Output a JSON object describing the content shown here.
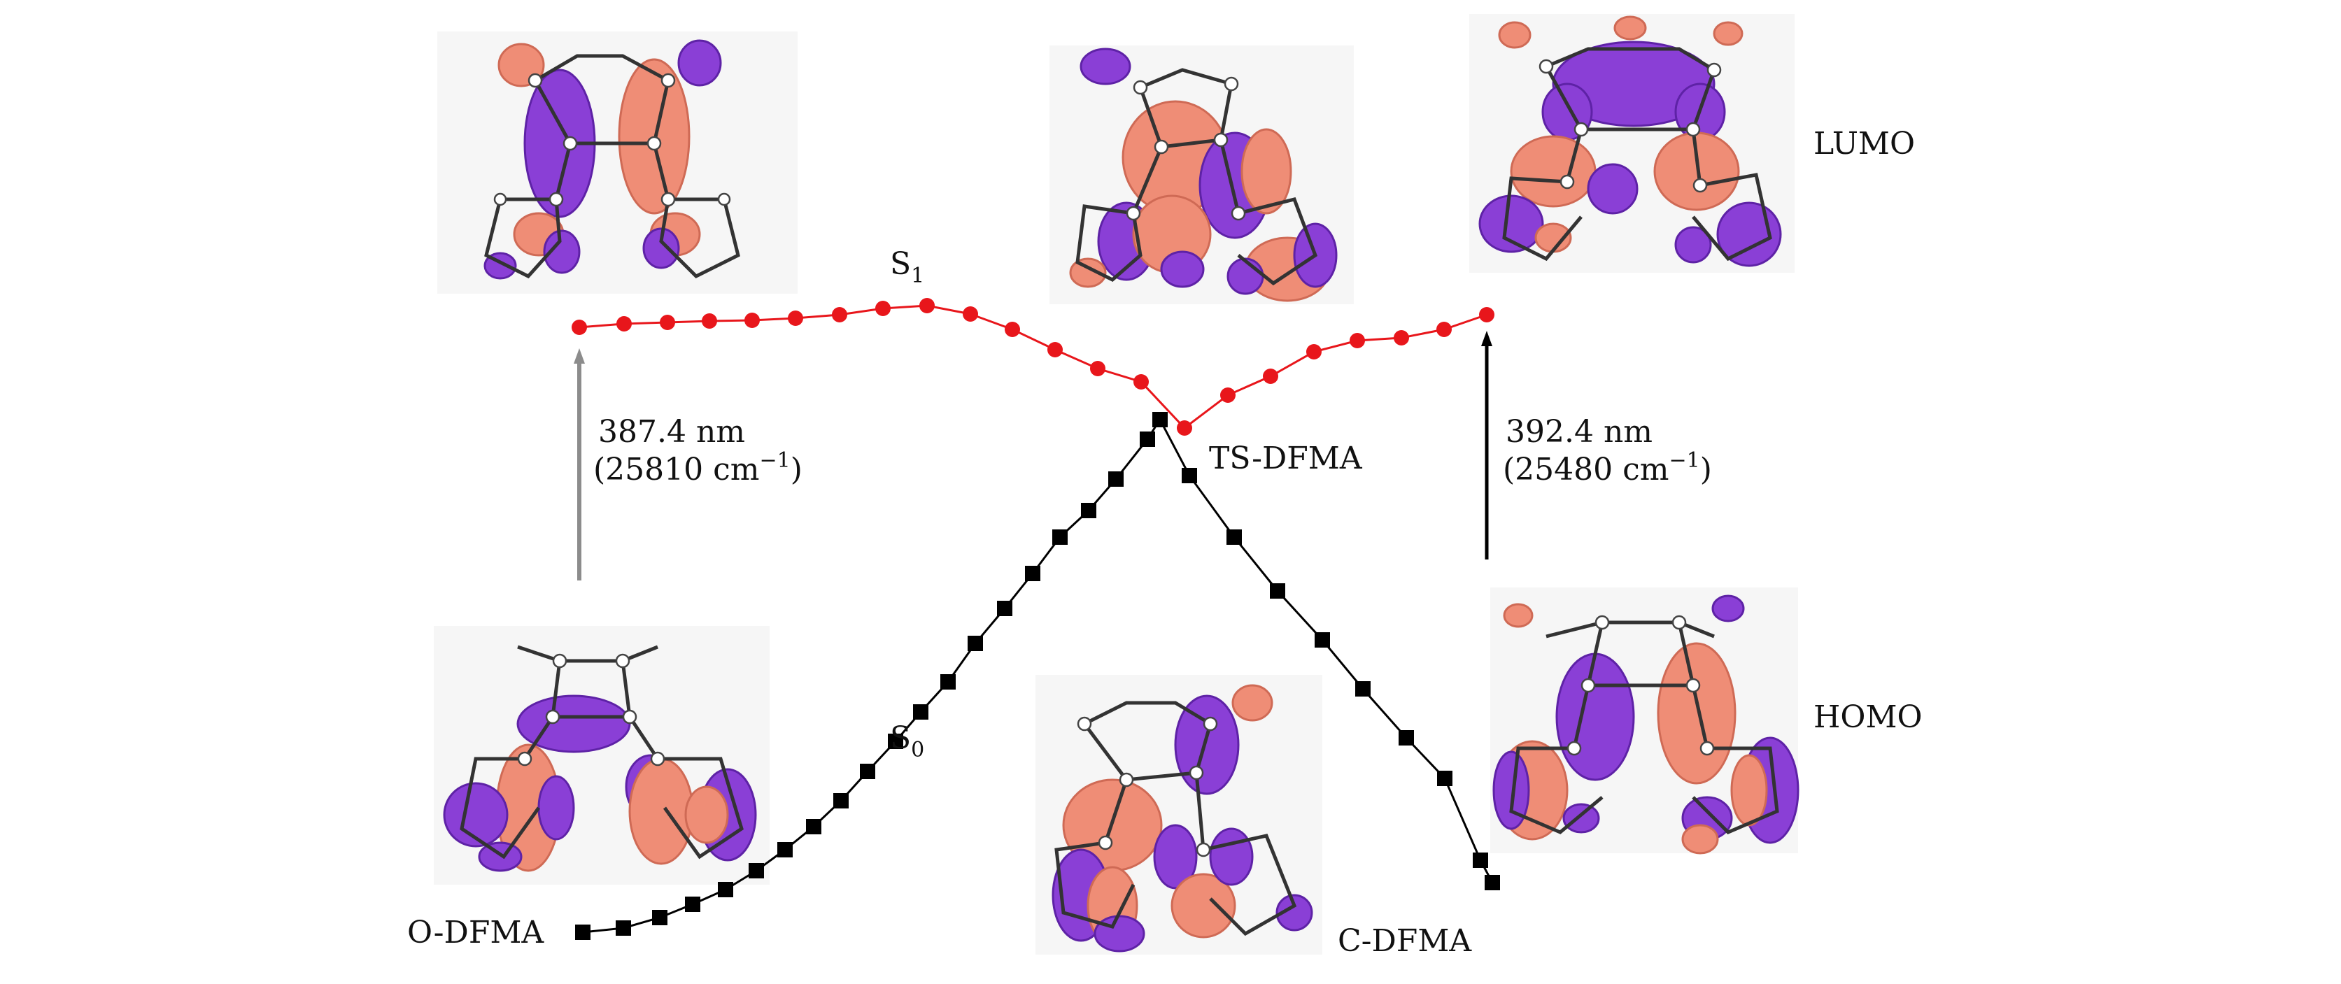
{
  "labels": {
    "s1": "S",
    "s1_sub": "1",
    "s0": "S",
    "s0_sub": "0",
    "ts": "TS-DFMA",
    "odfma": "O-DFMA",
    "cdfma": "C-DFMA",
    "lumo": "LUMO",
    "homo": "HOMO",
    "left_transition_nm": "387.4 nm",
    "left_transition_cm_open": "(25810 cm",
    "left_transition_cm_exp": "−1",
    "left_transition_cm_close": ")",
    "right_transition_nm": "392.4 nm",
    "right_transition_cm_open": "(25480 cm",
    "right_transition_cm_exp": "−1",
    "right_transition_cm_close": ")"
  },
  "colors": {
    "s1_curve": "#e8161b",
    "s0_curve": "#000000",
    "left_arrow": "#8c8c8c",
    "right_arrow": "#000000",
    "orbital_positive": "#8a3fd6",
    "orbital_negative": "#ef8d76"
  },
  "orbital_images": [
    "o-dfma-lumo",
    "ts-dfma-lumo",
    "c-dfma-lumo",
    "o-dfma-homo",
    "ts-dfma-homo",
    "c-dfma-homo"
  ]
}
